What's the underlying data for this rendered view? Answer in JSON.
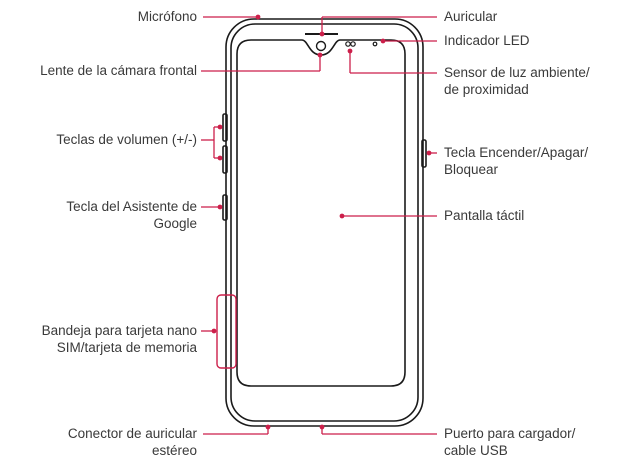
{
  "accent_color": "#cc1f4a",
  "outline_color": "#1a1a1a",
  "labels": {
    "microfono": "Micrófono",
    "lente": "Lente de la cámara frontal",
    "volumen": "Teclas de volumen (+/-)",
    "asistente_1": "Tecla del Asistente de",
    "asistente_2": "Google",
    "bandeja_1": "Bandeja para tarjeta nano",
    "bandeja_2": "SIM/tarjeta de memoria",
    "conector_1": "Conector de auricular",
    "conector_2": "estéreo",
    "auricular": "Auricular",
    "led": "Indicador LED",
    "sensor_1": "Sensor de luz ambiente/",
    "sensor_2": "de proximidad",
    "encender_1": "Tecla Encender/Apagar/",
    "encender_2": "Bloquear",
    "pantalla": "Pantalla táctil",
    "puerto_1": "Puerto para cargador/",
    "puerto_2": "cable USB"
  }
}
